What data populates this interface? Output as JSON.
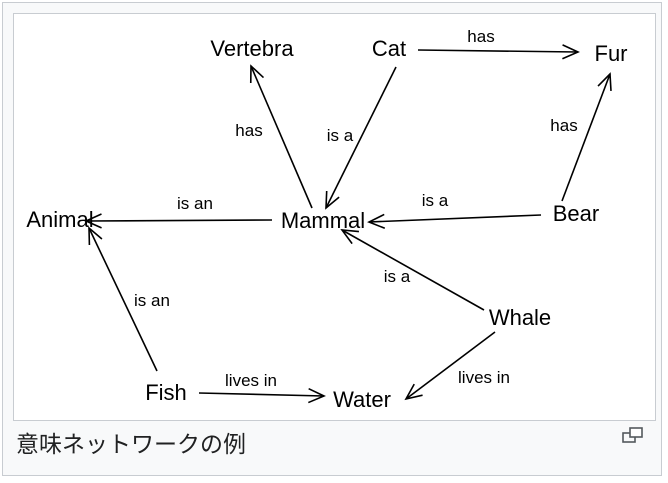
{
  "caption": "意味ネットワークの例",
  "icons": {
    "enlarge": "magnify-clip-icon"
  },
  "colors": {
    "frame_background": "#f8f9fa",
    "frame_border": "#c8ccd1",
    "text": "#000000"
  },
  "network": {
    "nodes": [
      {
        "id": "vertebra",
        "label": "Vertebra"
      },
      {
        "id": "cat",
        "label": "Cat"
      },
      {
        "id": "fur",
        "label": "Fur"
      },
      {
        "id": "animal",
        "label": "Animal"
      },
      {
        "id": "mammal",
        "label": "Mammal"
      },
      {
        "id": "bear",
        "label": "Bear"
      },
      {
        "id": "whale",
        "label": "Whale"
      },
      {
        "id": "fish",
        "label": "Fish"
      },
      {
        "id": "water",
        "label": "Water"
      }
    ],
    "edges": [
      {
        "from": "cat",
        "to": "fur",
        "label": "has"
      },
      {
        "from": "mammal",
        "to": "vertebra",
        "label": "has"
      },
      {
        "from": "cat",
        "to": "mammal",
        "label": "is a"
      },
      {
        "from": "bear",
        "to": "fur",
        "label": "has"
      },
      {
        "from": "mammal",
        "to": "animal",
        "label": "is an"
      },
      {
        "from": "bear",
        "to": "mammal",
        "label": "is a"
      },
      {
        "from": "whale",
        "to": "mammal",
        "label": "is a"
      },
      {
        "from": "fish",
        "to": "animal",
        "label": "is an"
      },
      {
        "from": "fish",
        "to": "water",
        "label": "lives in"
      },
      {
        "from": "whale",
        "to": "water",
        "label": "lives in"
      }
    ]
  }
}
